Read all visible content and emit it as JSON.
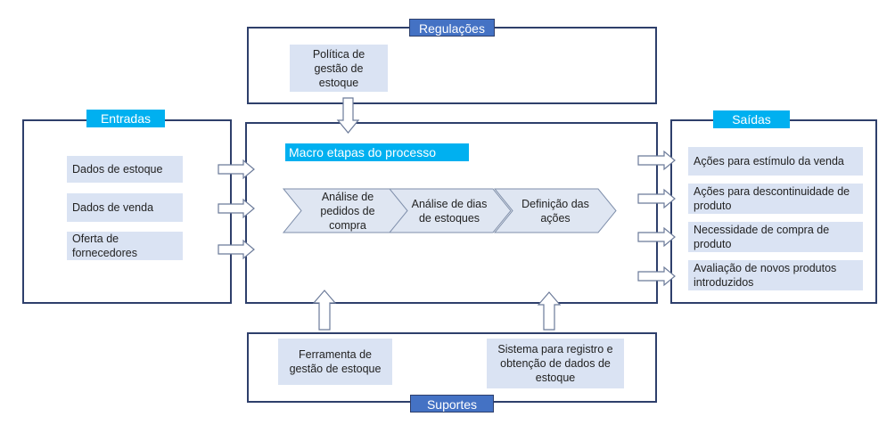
{
  "regulacoes": {
    "label": "Regulações",
    "items": [
      "Política de gestão de estoque"
    ]
  },
  "entradas": {
    "label": "Entradas",
    "items": [
      "Dados de estoque",
      "Dados de venda",
      "Oferta de fornecedores"
    ]
  },
  "processo": {
    "label": "Macro etapas do processo",
    "steps": [
      "Análise de pedidos de compra",
      "Análise de dias de estoques",
      "Definição das ações"
    ]
  },
  "saidas": {
    "label": "Saídas",
    "items": [
      "Ações para estímulo da venda",
      "Ações para descontinuidade de produto",
      "Necessidade de compra de produto",
      "Avaliação de novos produtos introduzidos"
    ]
  },
  "suportes": {
    "label": "Suportes",
    "items": [
      "Ferramenta de gestão de estoque",
      "Sistema para registro e obtenção de dados de estoque"
    ]
  },
  "colors": {
    "frame": "#2e3f6b",
    "label_navy": "#4472c4",
    "label_cyan": "#00b0f0",
    "box_fill": "#dae3f3"
  }
}
